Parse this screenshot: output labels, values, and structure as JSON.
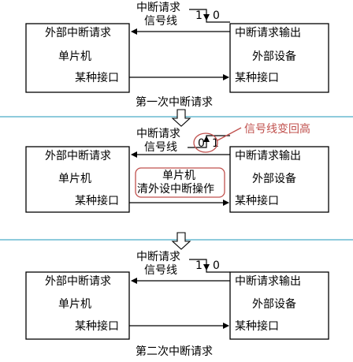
{
  "labels": {
    "interrupt_request_line1": "中断请求",
    "interrupt_request_line2": "信号线",
    "external_interrupt_request": "外部中断请求",
    "mcu": "单片机",
    "some_interface": "某种接口",
    "interrupt_request_output": "中断请求输出",
    "external_device": "外部设备",
    "bit_one": "1",
    "bit_zero": "0"
  },
  "panels": [
    {
      "caption": "第一次中断请求"
    },
    {
      "caption": ""
    },
    {
      "caption": "第二次中断请求"
    }
  ],
  "annotation": {
    "signal_back_high": "信号线变回高",
    "mcu_clear_line1": "单片机",
    "mcu_clear_line2": "清外设中断操作"
  },
  "colors": {
    "separator": "#4bacc6",
    "annotation": "#c0504d"
  }
}
